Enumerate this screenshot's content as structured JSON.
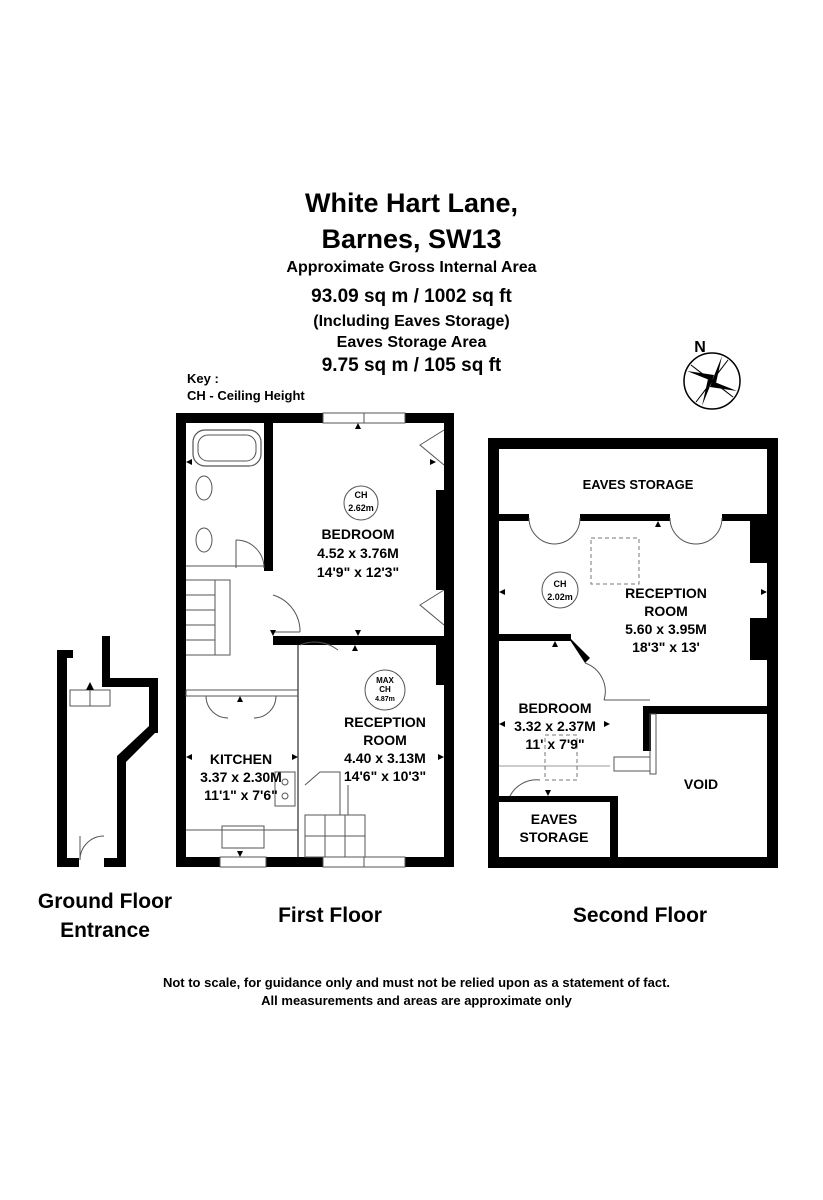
{
  "header": {
    "title_line1": "White Hart Lane,",
    "title_line2": "Barnes, SW13",
    "gia_label": "Approximate Gross Internal Area",
    "gia_value": "93.09 sq m /  1002 sq ft",
    "gia_note": "(Including Eaves Storage)",
    "eaves_label": "Eaves Storage Area",
    "eaves_value": "9.75 sq m /  105 sq ft"
  },
  "key": {
    "title": "Key :",
    "entry": "CH - Ceiling Height"
  },
  "compass": {
    "letter": "N",
    "icon": "compass-rose-icon"
  },
  "first_floor": {
    "bedroom": {
      "ch_label": "CH",
      "ch_value": "2.62m",
      "name": "BEDROOM",
      "metric": "4.52 x 3.76M",
      "imperial": "14'9\" x 12'3\""
    },
    "reception": {
      "ch_label1": "MAX",
      "ch_label2": "CH",
      "ch_value": "4.87m",
      "name1": "RECEPTION",
      "name2": "ROOM",
      "metric": "4.40 x 3.13M",
      "imperial": "14'6\" x 10'3\""
    },
    "kitchen": {
      "name": "KITCHEN",
      "metric": "3.37 x 2.30M",
      "imperial": "11'1\" x 7'6\""
    }
  },
  "second_floor": {
    "eaves_top": "EAVES STORAGE",
    "reception": {
      "ch_label": "CH",
      "ch_value": "2.02m",
      "name1": "RECEPTION",
      "name2": "ROOM",
      "metric": "5.60 x 3.95M",
      "imperial": "18'3\" x 13'"
    },
    "bedroom": {
      "name": "BEDROOM",
      "metric": "3.32 x 2.37M",
      "imperial": "11' x 7'9\""
    },
    "void": "VOID",
    "eaves_small1": "EAVES",
    "eaves_small2": "STORAGE"
  },
  "floor_labels": {
    "ground_line1": "Ground Floor",
    "ground_line2": "Entrance",
    "first": "First Floor",
    "second": "Second Floor"
  },
  "footer": {
    "line1": "Not to scale, for guidance only and must not be relied upon as a statement of fact.",
    "line2": "All measurements and areas are approximate only"
  },
  "colors": {
    "wall": "#000000",
    "line": "#555555",
    "background": "#ffffff"
  }
}
